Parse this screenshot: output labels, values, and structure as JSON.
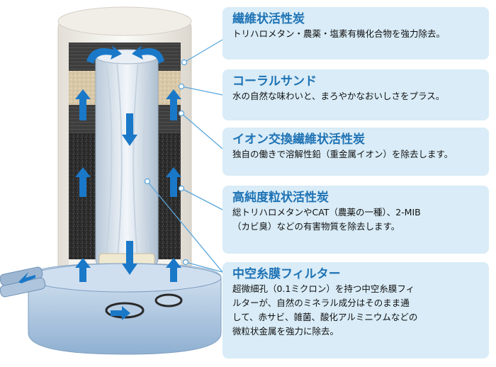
{
  "labels": [
    {
      "title": "繊維状活性炭",
      "desc": "トリハロメタン・農薬・塩素有機化合物を強力除去。"
    },
    {
      "title": "コーラルサンド",
      "desc": "水の自然な味わいと、まろやかなおいしさをプラス。"
    },
    {
      "title": "イオン交換繊維状活性炭",
      "desc": "独自の働きで溶解性鉛（重金属イオン）を除去します。"
    },
    {
      "title": "高純度粒状活性炭",
      "desc": "総トリハロメタンやCAT（農薬の一種）、2-MIB\n（カビ臭）などの有害物質を除去します。"
    },
    {
      "title": "中空糸膜フィルター",
      "desc": "超微細孔（0.1ミクロン）を持つ中空糸膜フィ\nルターが、自然のミネラル成分はそのまま通\nして、赤サビ、雑菌、酸化アルミニウムなどの\n微粒状金属を強力に除去。"
    }
  ],
  "colors": {
    "label_bg": "#d9ecf7",
    "title": "#1f73b5",
    "arrow": "#1a78c8",
    "leader": "#5aa7dd",
    "fiber_carbon": "#3a3a3a",
    "coral_sand": "#d8c8a8",
    "granular_carbon": "#2a2a2a"
  }
}
